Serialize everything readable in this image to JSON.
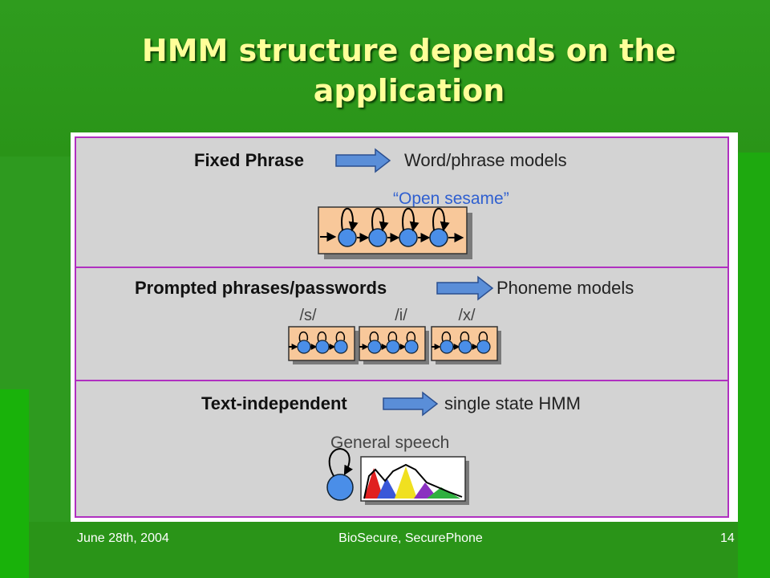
{
  "title": "HMM structure depends on the application",
  "footer": {
    "date": "June 28th, 2004",
    "center": "BioSecure, SecurePhone",
    "page": "14"
  },
  "diagram": {
    "sections": [
      {
        "heading": "Fixed Phrase",
        "result": "Word/phrase models",
        "caption": "“Open sesame”"
      },
      {
        "heading": "Prompted phrases/passwords",
        "result": "Phoneme models",
        "phonemes": [
          "/s/",
          "/i/",
          "/x/"
        ]
      },
      {
        "heading": "Text-independent",
        "result": "single state HMM",
        "caption": "General speech"
      }
    ]
  },
  "colors": {
    "slide_green": "#2e9a1f",
    "title_yellow": "#ffff99",
    "panel_gray": "#d3d3d3",
    "border_magenta": "#b030c0",
    "model_box": "#f8c89a",
    "state_blue": "#4a8ee8",
    "arrow_blue": "#5a8ed8"
  }
}
